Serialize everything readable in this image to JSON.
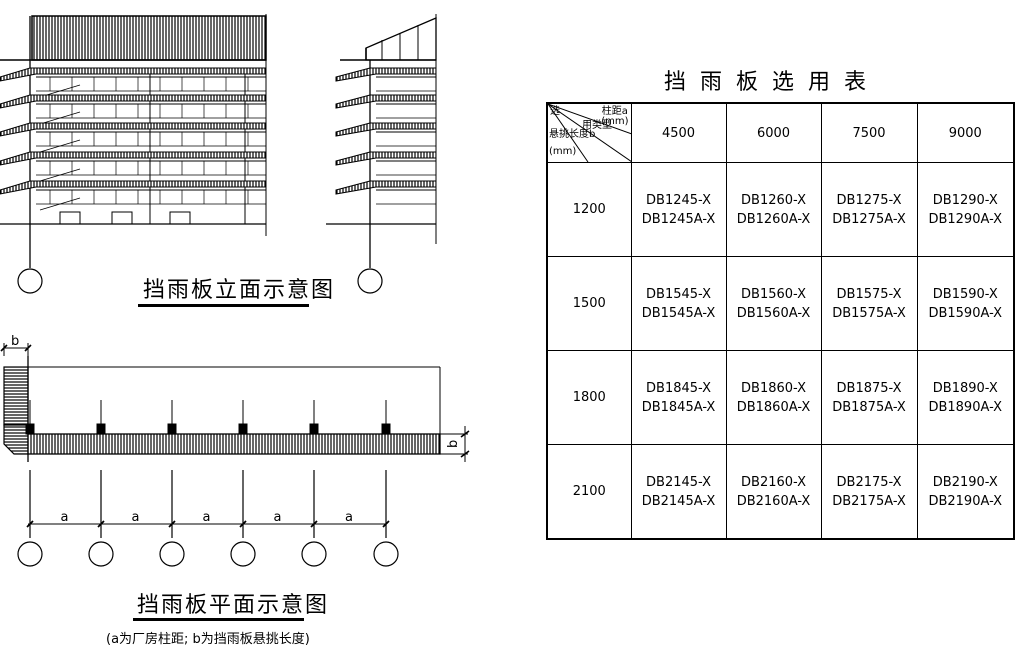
{
  "elevation": {
    "caption": "挡雨板立面示意图"
  },
  "plan": {
    "caption": "挡雨板平面示意图",
    "note": "(a为厂房柱距; b为挡雨板悬挑长度)",
    "dim_b_label": "b",
    "dim_a_label": "a"
  },
  "table": {
    "title": "挡雨板选用表",
    "corner": {
      "top_left": "选",
      "top_right": "柱距a",
      "right_unit": "(mm)",
      "middle": "用类型",
      "left": "悬挑长度b",
      "bottom_unit": "(mm)"
    },
    "column_headers": [
      "4500",
      "6000",
      "7500",
      "9000"
    ],
    "rows": [
      {
        "length": "1200",
        "cells": [
          [
            "DB1245-X",
            "DB1245A-X"
          ],
          [
            "DB1260-X",
            "DB1260A-X"
          ],
          [
            "DB1275-X",
            "DB1275A-X"
          ],
          [
            "DB1290-X",
            "DB1290A-X"
          ]
        ]
      },
      {
        "length": "1500",
        "cells": [
          [
            "DB1545-X",
            "DB1545A-X"
          ],
          [
            "DB1560-X",
            "DB1560A-X"
          ],
          [
            "DB1575-X",
            "DB1575A-X"
          ],
          [
            "DB1590-X",
            "DB1590A-X"
          ]
        ]
      },
      {
        "length": "1800",
        "cells": [
          [
            "DB1845-X",
            "DB1845A-X"
          ],
          [
            "DB1860-X",
            "DB1860A-X"
          ],
          [
            "DB1875-X",
            "DB1875A-X"
          ],
          [
            "DB1890-X",
            "DB1890A-X"
          ]
        ]
      },
      {
        "length": "2100",
        "cells": [
          [
            "DB2145-X",
            "DB2145A-X"
          ],
          [
            "DB2160-X",
            "DB2160A-X"
          ],
          [
            "DB2175-X",
            "DB2175A-X"
          ],
          [
            "DB2190-X",
            "DB2190A-X"
          ]
        ]
      }
    ]
  }
}
